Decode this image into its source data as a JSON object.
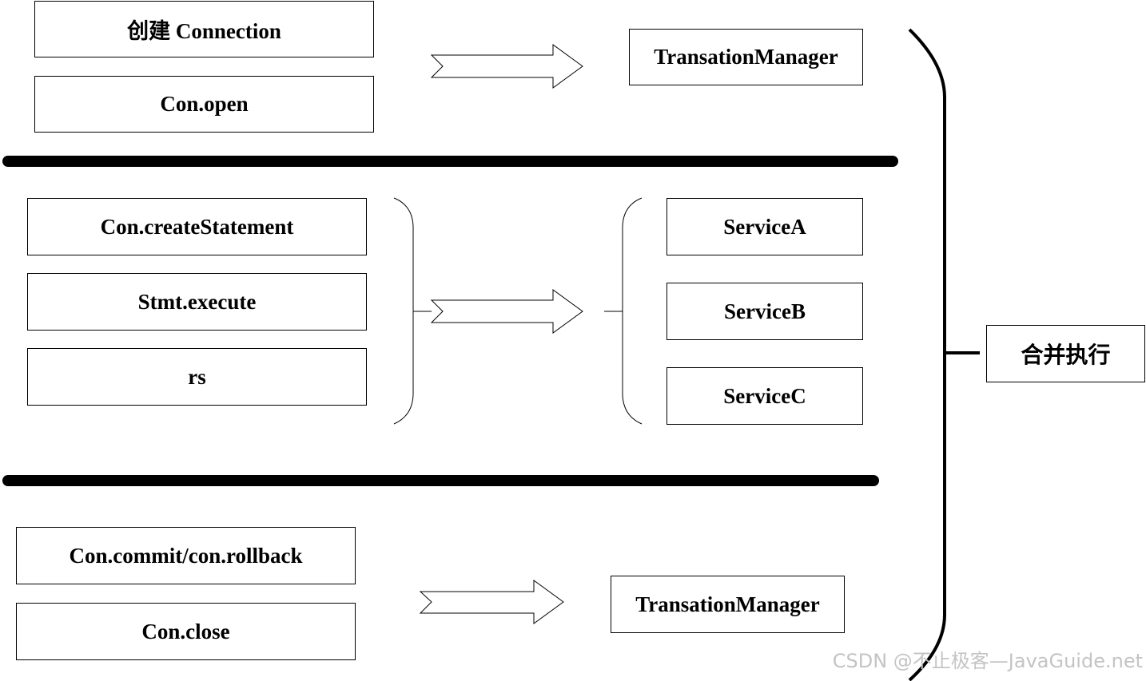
{
  "sections": {
    "top": {
      "left_boxes": [
        "创建 Connection",
        "Con.open"
      ],
      "right_box": "TransationManager"
    },
    "middle": {
      "left_boxes": [
        "Con.createStatement",
        "Stmt.execute",
        "rs"
      ],
      "right_boxes": [
        "ServiceA",
        "ServiceB",
        "ServiceC"
      ]
    },
    "bottom": {
      "left_boxes": [
        "Con.commit/con.rollback",
        "Con.close"
      ],
      "right_box": "TransationManager"
    }
  },
  "merge_label": "合并执行",
  "watermark": "CSDN @不止极客—JavaGuide.net"
}
